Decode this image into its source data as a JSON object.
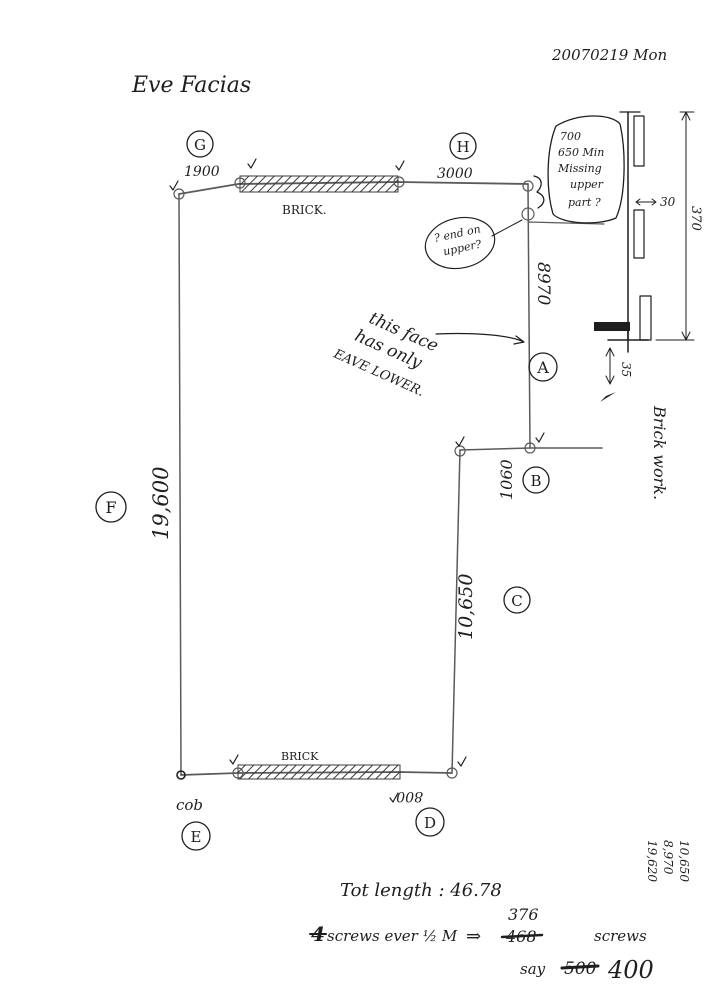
{
  "header": {
    "title": "Eve Facias",
    "date": "20070219 Mon"
  },
  "points": {
    "g": "G",
    "h": "H",
    "a": "A",
    "b": "B",
    "c": "C",
    "d": "D",
    "e": "E",
    "f": "F"
  },
  "dimensions": {
    "g_h": "1900",
    "h_corner": "3000",
    "right_upper": "8970",
    "b_step": "1060",
    "c_side": "10,650",
    "left_side": "19,600",
    "bottom_right": "800",
    "bottom_left": "cob"
  },
  "labels": {
    "brick_top": "BRICK.",
    "brick_bottom": "BRICK",
    "face_note": [
      "this face",
      "has only",
      "EAVE LOWER."
    ],
    "upper_question": [
      "? end on",
      "upper?"
    ],
    "missing_note": [
      "700",
      "650 Min",
      "Missing",
      "upper",
      "part ?"
    ],
    "brick_work": "Brick work."
  },
  "detail": {
    "width": "30",
    "height": "370",
    "offset": "35"
  },
  "sums": [
    "10,650",
    "8,970",
    "19,620"
  ],
  "totals": {
    "length": "Tot length : 46.78",
    "screws_prefix": "4",
    "screws_text": "screws ever ½ M",
    "arrow": "⇒",
    "crossed_count": "468",
    "new_count": "376",
    "screws_word": "screws",
    "say": "say",
    "crossed_say": "500",
    "say_count": "400"
  }
}
